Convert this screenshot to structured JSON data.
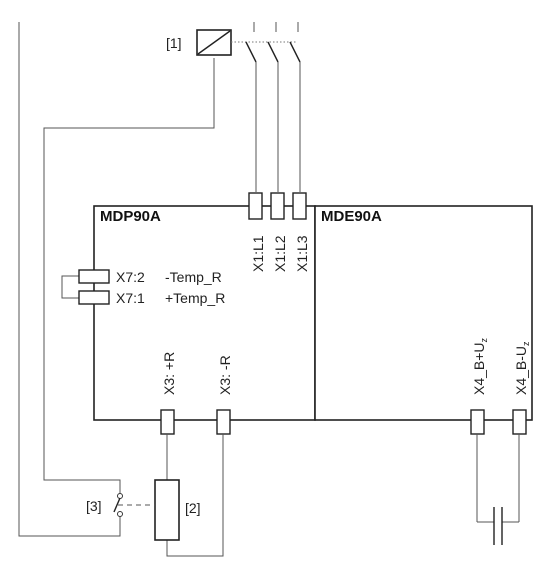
{
  "modules": {
    "left": "MDP90A",
    "right": "MDE90A"
  },
  "refs": {
    "r1": "[1]",
    "r2": "[2]",
    "r3": "[3]"
  },
  "terminals": {
    "x1_l1": "X1:L1",
    "x1_l2": "X1:L2",
    "x1_l3": "X1:L3",
    "x7_2": "X7:2",
    "x7_2_desc": "-Temp_R",
    "x7_1": "X7:1",
    "x7_1_desc": "+Temp_R",
    "x3_pos": "X3: +R",
    "x3_neg": "X3: -R",
    "x4_pos_main": "X4_B+U",
    "x4_pos_sub": "z",
    "x4_neg_main": "X4_B-U",
    "x4_neg_sub": "z"
  }
}
